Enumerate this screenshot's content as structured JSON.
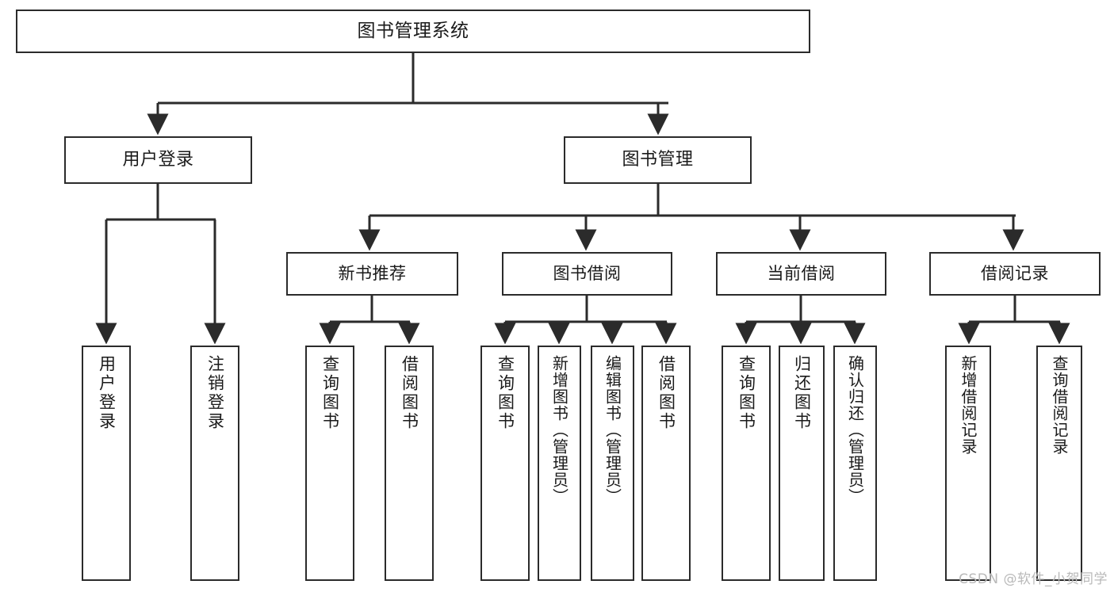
{
  "diagram": {
    "title": "图书管理系统",
    "type": "functional-hierarchy-tree",
    "watermark": "CSDN @软件_小贺同学",
    "colors": {
      "background": "#ffffff",
      "box_border": "#2b2b2b",
      "box_fill": "#ffffff",
      "connector": "#2b2b2b",
      "text": "#1a1a1a",
      "watermark": "#b9b9b9"
    },
    "levels": {
      "root": {
        "label": "图书管理系统"
      },
      "level2": [
        {
          "id": "user-login",
          "label": "用户登录"
        },
        {
          "id": "book-management",
          "label": "图书管理"
        }
      ],
      "level3": [
        {
          "id": "new-book-recommend",
          "label": "新书推荐"
        },
        {
          "id": "book-borrow",
          "label": "图书借阅"
        },
        {
          "id": "current-borrow",
          "label": "当前借阅"
        },
        {
          "id": "borrow-record",
          "label": "借阅记录"
        }
      ],
      "leaves": [
        {
          "id": "leaf-user-login",
          "label": "用户登录",
          "parent": "user-login"
        },
        {
          "id": "leaf-logout-login",
          "label": "注销登录",
          "parent": "user-login"
        },
        {
          "id": "leaf-query-book-1",
          "label": "查询图书",
          "parent": "new-book-recommend"
        },
        {
          "id": "leaf-borrow-book-1",
          "label": "借阅图书",
          "parent": "new-book-recommend"
        },
        {
          "id": "leaf-query-book-2",
          "label": "查询图书",
          "parent": "book-borrow"
        },
        {
          "id": "leaf-add-book",
          "label": "新增图书（管理员）",
          "parent": "book-borrow"
        },
        {
          "id": "leaf-edit-book",
          "label": "编辑图书（管理员）",
          "parent": "book-borrow"
        },
        {
          "id": "leaf-borrow-book-2",
          "label": "借阅图书",
          "parent": "book-borrow"
        },
        {
          "id": "leaf-query-book-3",
          "label": "查询图书",
          "parent": "current-borrow"
        },
        {
          "id": "leaf-return-book",
          "label": "归还图书",
          "parent": "current-borrow"
        },
        {
          "id": "leaf-confirm-return",
          "label": "确认归还（管理员）",
          "parent": "current-borrow"
        },
        {
          "id": "leaf-add-record",
          "label": "新增借阅记录",
          "parent": "borrow-record"
        },
        {
          "id": "leaf-query-record",
          "label": "查询借阅记录",
          "parent": "borrow-record"
        }
      ]
    }
  }
}
